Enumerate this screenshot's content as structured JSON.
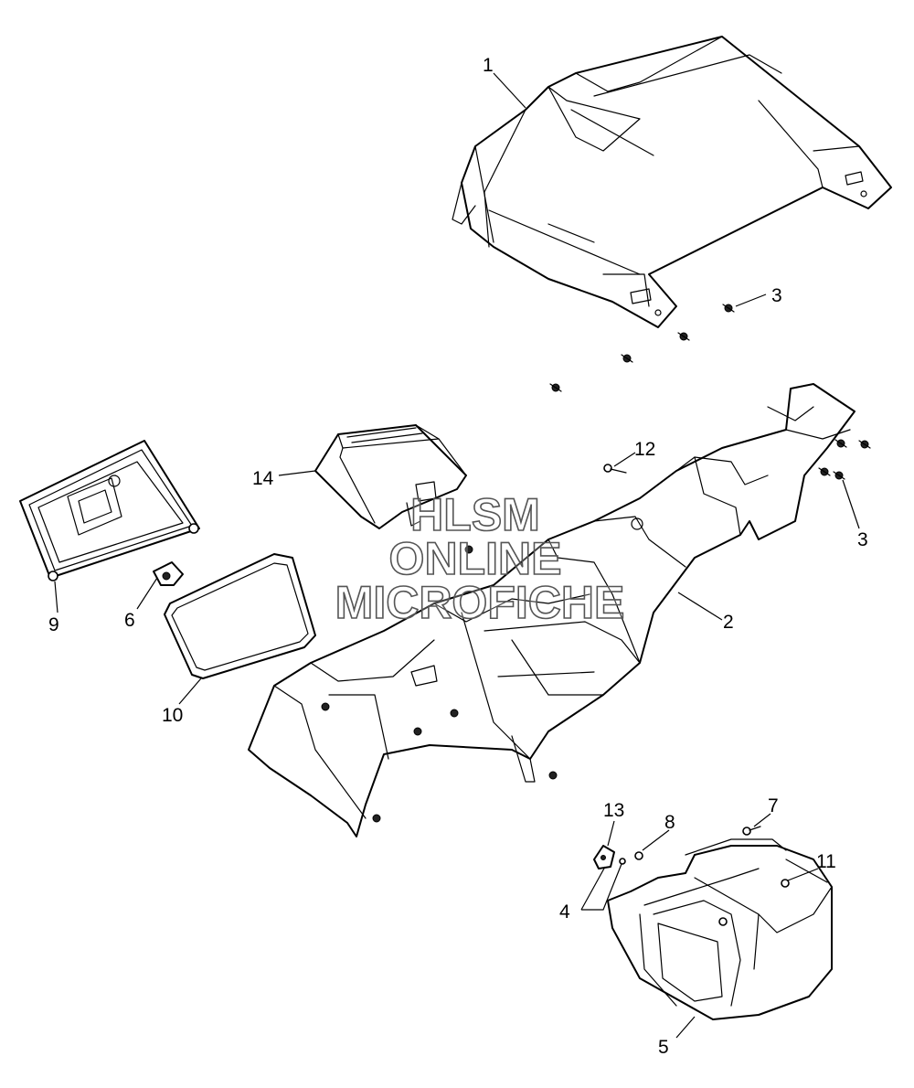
{
  "callouts": [
    {
      "id": "c1",
      "label": "1"
    },
    {
      "id": "c2",
      "label": "2"
    },
    {
      "id": "c3a",
      "label": "3"
    },
    {
      "id": "c3b",
      "label": "3"
    },
    {
      "id": "c4",
      "label": "4"
    },
    {
      "id": "c5",
      "label": "5"
    },
    {
      "id": "c6",
      "label": "6"
    },
    {
      "id": "c7",
      "label": "7"
    },
    {
      "id": "c8",
      "label": "8"
    },
    {
      "id": "c9",
      "label": "9"
    },
    {
      "id": "c10",
      "label": "10"
    },
    {
      "id": "c11",
      "label": "11"
    },
    {
      "id": "c12",
      "label": "12"
    },
    {
      "id": "c13",
      "label": "13"
    },
    {
      "id": "c14",
      "label": "14"
    }
  ],
  "watermark": {
    "line1": "HLSM",
    "line2": "ONLINE",
    "line3": "MICROFICHE"
  }
}
